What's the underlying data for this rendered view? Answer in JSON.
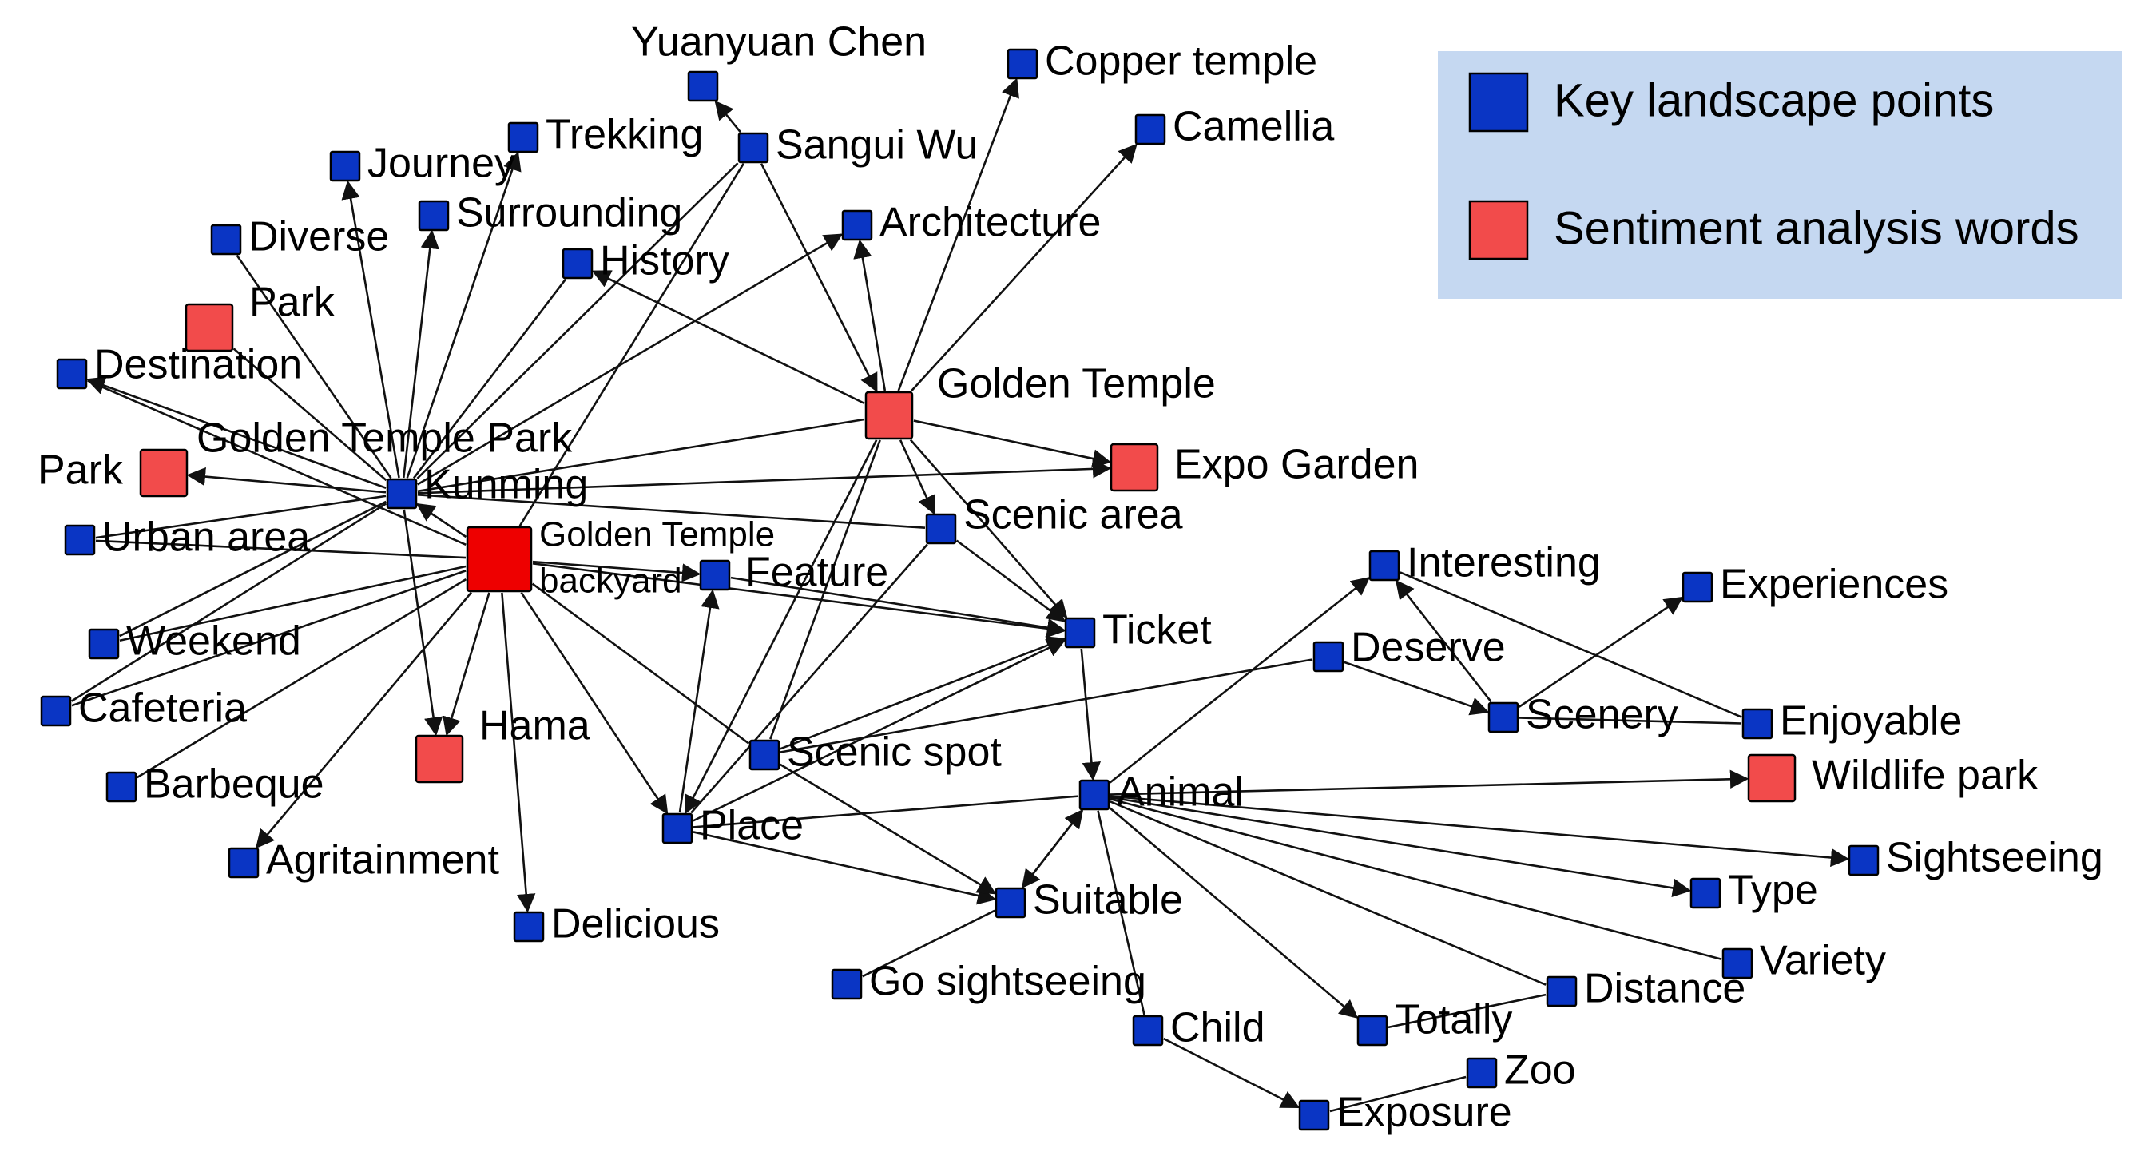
{
  "colors": {
    "key_landscape": "#0a35c4",
    "sentiment": "#f24b4b",
    "sentiment_core": "#ee0000",
    "legend_bg": "#c5d8f1"
  },
  "legend": {
    "key_label": "Key landscape points",
    "sentiment_label": "Sentiment analysis words"
  },
  "nodes": [
    {
      "id": "yuanyuan",
      "label": "Yuanyuan Chen",
      "type": "key"
    },
    {
      "id": "copper",
      "label": "Copper temple",
      "type": "key"
    },
    {
      "id": "camellia",
      "label": "Camellia",
      "type": "key"
    },
    {
      "id": "sangui",
      "label": "Sangui Wu",
      "type": "key"
    },
    {
      "id": "trekking",
      "label": "Trekking",
      "type": "key"
    },
    {
      "id": "journey",
      "label": "Journey",
      "type": "key"
    },
    {
      "id": "surrounding",
      "label": "Surrounding",
      "type": "key"
    },
    {
      "id": "architecture",
      "label": "Architecture",
      "type": "key"
    },
    {
      "id": "diverse",
      "label": "Diverse",
      "type": "key"
    },
    {
      "id": "history",
      "label": "History",
      "type": "key"
    },
    {
      "id": "park1",
      "label": "Park",
      "type": "sentiment"
    },
    {
      "id": "destination",
      "label": "Destination",
      "type": "key"
    },
    {
      "id": "golden_temple",
      "label": "Golden Temple",
      "type": "sentiment"
    },
    {
      "id": "gtp",
      "label": "Golden Temple Park",
      "type": "text"
    },
    {
      "id": "expo",
      "label": "Expo Garden",
      "type": "sentiment"
    },
    {
      "id": "park2",
      "label": "Park",
      "type": "sentiment"
    },
    {
      "id": "kunming",
      "label": "Kunming",
      "type": "key"
    },
    {
      "id": "scenic_area",
      "label": "Scenic area",
      "type": "key"
    },
    {
      "id": "urban",
      "label": "Urban area",
      "type": "key"
    },
    {
      "id": "backyard",
      "label": "Golden Temple backyard",
      "label_line1": "Golden Temple",
      "label_line2": "backyard",
      "type": "core"
    },
    {
      "id": "feature",
      "label": "Feature",
      "type": "key"
    },
    {
      "id": "interesting",
      "label": "Interesting",
      "type": "key"
    },
    {
      "id": "experiences",
      "label": "Experiences",
      "type": "key"
    },
    {
      "id": "weekend",
      "label": "Weekend",
      "type": "key"
    },
    {
      "id": "ticket",
      "label": "Ticket",
      "type": "key"
    },
    {
      "id": "deserve",
      "label": "Deserve",
      "type": "key"
    },
    {
      "id": "cafeteria",
      "label": "Cafeteria",
      "type": "key"
    },
    {
      "id": "scenery",
      "label": "Scenery",
      "type": "key"
    },
    {
      "id": "enjoyable",
      "label": "Enjoyable",
      "type": "key"
    },
    {
      "id": "hama",
      "label": "Hama",
      "type": "sentiment"
    },
    {
      "id": "scenic_spot",
      "label": "Scenic spot",
      "type": "key"
    },
    {
      "id": "barbeque",
      "label": "Barbeque",
      "type": "key"
    },
    {
      "id": "wildlife",
      "label": "Wildlife park",
      "type": "sentiment"
    },
    {
      "id": "animal",
      "label": "Animal",
      "type": "key"
    },
    {
      "id": "place",
      "label": "Place",
      "type": "key"
    },
    {
      "id": "agritainment",
      "label": "Agritainment",
      "type": "key"
    },
    {
      "id": "sightseeing",
      "label": "Sightseeing",
      "type": "key"
    },
    {
      "id": "suitable",
      "label": "Suitable",
      "type": "key"
    },
    {
      "id": "type",
      "label": "Type",
      "type": "key"
    },
    {
      "id": "delicious",
      "label": "Delicious",
      "type": "key"
    },
    {
      "id": "variety",
      "label": "Variety",
      "type": "key"
    },
    {
      "id": "go_sightseeing",
      "label": "Go sightseeing",
      "type": "key"
    },
    {
      "id": "distance",
      "label": "Distance",
      "type": "key"
    },
    {
      "id": "child",
      "label": "Child",
      "type": "key"
    },
    {
      "id": "totally",
      "label": "Totally",
      "type": "key"
    },
    {
      "id": "zoo",
      "label": "Zoo",
      "type": "key"
    },
    {
      "id": "exposure",
      "label": "Exposure",
      "type": "key"
    }
  ],
  "edges": [
    {
      "from": "sangui",
      "to": "yuanyuan",
      "arrow": true
    },
    {
      "from": "sangui",
      "to": "golden_temple",
      "arrow": true
    },
    {
      "from": "sangui",
      "to": "kunming",
      "arrow": false
    },
    {
      "from": "sangui",
      "to": "backyard",
      "arrow": false
    },
    {
      "from": "golden_temple",
      "to": "copper",
      "arrow": true
    },
    {
      "from": "golden_temple",
      "to": "camellia",
      "arrow": true
    },
    {
      "from": "golden_temple",
      "to": "architecture",
      "arrow": true
    },
    {
      "from": "golden_temple",
      "to": "history",
      "arrow": true
    },
    {
      "from": "golden_temple",
      "to": "expo",
      "arrow": true
    },
    {
      "from": "golden_temple",
      "to": "scenic_area",
      "arrow": true
    },
    {
      "from": "golden_temple",
      "to": "ticket",
      "arrow": true
    },
    {
      "from": "golden_temple",
      "to": "place",
      "arrow": true
    },
    {
      "from": "golden_temple",
      "to": "scenic_spot",
      "arrow": false
    },
    {
      "from": "golden_temple",
      "to": "kunming",
      "arrow": false
    },
    {
      "from": "kunming",
      "to": "journey",
      "arrow": true
    },
    {
      "from": "kunming",
      "to": "trekking",
      "arrow": true
    },
    {
      "from": "kunming",
      "to": "surrounding",
      "arrow": true
    },
    {
      "from": "kunming",
      "to": "diverse",
      "arrow": false
    },
    {
      "from": "kunming",
      "to": "history",
      "arrow": false
    },
    {
      "from": "kunming",
      "to": "destination",
      "arrow": true
    },
    {
      "from": "kunming",
      "to": "park2",
      "arrow": true
    },
    {
      "from": "kunming",
      "to": "expo",
      "arrow": true
    },
    {
      "from": "kunming",
      "to": "scenic_area",
      "arrow": false
    },
    {
      "from": "kunming",
      "to": "hama",
      "arrow": true
    },
    {
      "from": "kunming",
      "to": "urban",
      "arrow": false
    },
    {
      "from": "kunming",
      "to": "weekend",
      "arrow": false
    },
    {
      "from": "kunming",
      "to": "cafeteria",
      "arrow": false
    },
    {
      "from": "kunming",
      "to": "architecture",
      "arrow": true
    },
    {
      "from": "kunming",
      "to": "park1",
      "arrow": false
    },
    {
      "from": "backyard",
      "to": "kunming",
      "arrow": true
    },
    {
      "from": "backyard",
      "to": "feature",
      "arrow": true
    },
    {
      "from": "backyard",
      "to": "hama",
      "arrow": true
    },
    {
      "from": "backyard",
      "to": "delicious",
      "arrow": true
    },
    {
      "from": "backyard",
      "to": "agritainment",
      "arrow": true
    },
    {
      "from": "backyard",
      "to": "place",
      "arrow": true
    },
    {
      "from": "backyard",
      "to": "scenic_spot",
      "arrow": false
    },
    {
      "from": "backyard",
      "to": "barbeque",
      "arrow": false
    },
    {
      "from": "backyard",
      "to": "weekend",
      "arrow": false
    },
    {
      "from": "backyard",
      "to": "cafeteria",
      "arrow": false
    },
    {
      "from": "backyard",
      "to": "urban",
      "arrow": false
    },
    {
      "from": "backyard",
      "to": "destination",
      "arrow": false
    },
    {
      "from": "backyard",
      "to": "ticket",
      "arrow": true
    },
    {
      "from": "place",
      "to": "feature",
      "arrow": true
    },
    {
      "from": "place",
      "to": "suitable",
      "arrow": true
    },
    {
      "from": "place",
      "to": "ticket",
      "arrow": true
    },
    {
      "from": "place",
      "to": "animal",
      "arrow": false
    },
    {
      "from": "place",
      "to": "scenic_area",
      "arrow": false
    },
    {
      "from": "scenic_spot",
      "to": "ticket",
      "arrow": true
    },
    {
      "from": "scenic_spot",
      "to": "suitable",
      "arrow": true
    },
    {
      "from": "scenic_spot",
      "to": "deserve",
      "arrow": false
    },
    {
      "from": "scenic_area",
      "to": "ticket",
      "arrow": true
    },
    {
      "from": "feature",
      "to": "ticket",
      "arrow": true
    },
    {
      "from": "ticket",
      "to": "animal",
      "arrow": true
    },
    {
      "from": "animal",
      "to": "interesting",
      "arrow": true
    },
    {
      "from": "animal",
      "to": "wildlife",
      "arrow": true
    },
    {
      "from": "animal",
      "to": "sightseeing",
      "arrow": true
    },
    {
      "from": "animal",
      "to": "type",
      "arrow": true
    },
    {
      "from": "animal",
      "to": "variety",
      "arrow": false
    },
    {
      "from": "animal",
      "to": "distance",
      "arrow": false
    },
    {
      "from": "animal",
      "to": "totally",
      "arrow": true
    },
    {
      "from": "animal",
      "to": "suitable",
      "arrow": true
    },
    {
      "from": "animal",
      "to": "child",
      "arrow": false
    },
    {
      "from": "go_sightseeing",
      "to": "suitable",
      "arrow": false
    },
    {
      "from": "suitable",
      "to": "animal",
      "arrow": true
    },
    {
      "from": "child",
      "to": "exposure",
      "arrow": true
    },
    {
      "from": "zoo",
      "to": "exposure",
      "arrow": false
    },
    {
      "from": "distance",
      "to": "totally",
      "arrow": false
    },
    {
      "from": "deserve",
      "to": "scenery",
      "arrow": true
    },
    {
      "from": "scenery",
      "to": "interesting",
      "arrow": true
    },
    {
      "from": "scenery",
      "to": "experiences",
      "arrow": true
    },
    {
      "from": "scenery",
      "to": "enjoyable",
      "arrow": false
    },
    {
      "from": "enjoyable",
      "to": "interesting",
      "arrow": false
    }
  ]
}
